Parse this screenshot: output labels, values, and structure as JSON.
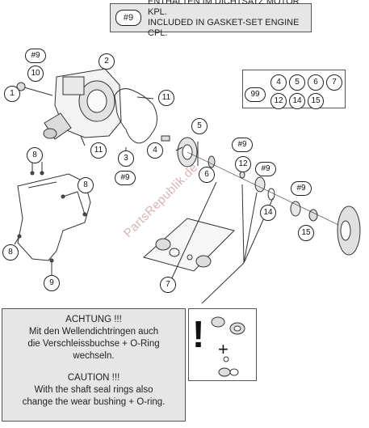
{
  "top_note": {
    "tag": "#9",
    "line1": "ENTHALTEN IM DICHTSATZ MOTOR KPL.",
    "line2": "INCLUDED IN GASKET-SET ENGINE CPL."
  },
  "watermark": "PartsRepublik.de",
  "callouts": {
    "c1": "1",
    "c2": "2",
    "c3": "3",
    "c4": "4",
    "c5": "5",
    "c6": "6",
    "c7": "7",
    "c8a": "8",
    "c8b": "8",
    "c8c": "8",
    "c9": "9",
    "c10": "10",
    "c11a": "11",
    "c11b": "11",
    "c12": "12",
    "c14": "14",
    "c15": "15",
    "t9a": "#9",
    "t9b": "#9",
    "t9c": "#9",
    "t9d": "#9",
    "t9e": "#9"
  },
  "group": {
    "label": "99",
    "items": [
      "4",
      "5",
      "6",
      "7",
      "12",
      "14",
      "15"
    ]
  },
  "caution": {
    "de_title": "ACHTUNG !!!",
    "de_line1": "Mit den Wellendichtringen auch",
    "de_line2": "die Verschleissbuchse + O-Ring",
    "de_line3": "wechseln.",
    "en_title": "CAUTION !!!",
    "en_line1": "With the shaft seal rings also",
    "en_line2": "change the wear bushing + O-ring."
  },
  "warning_glyph": {
    "mark": "!",
    "plus": "+"
  }
}
